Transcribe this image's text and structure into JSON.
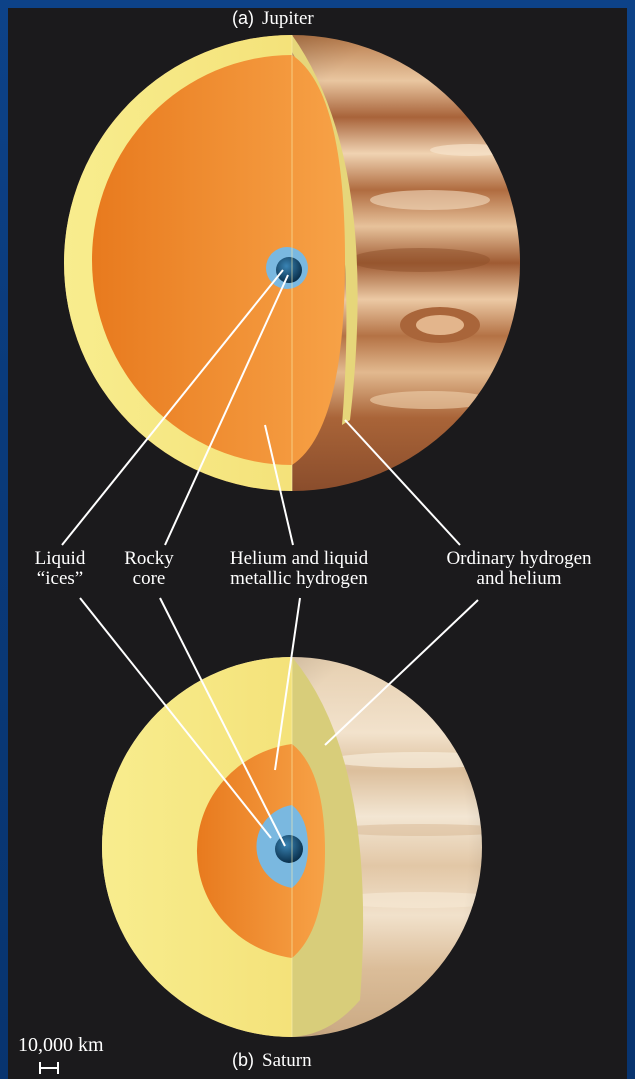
{
  "jupiter": {
    "letter": "(a)",
    "name": "Jupiter"
  },
  "saturn": {
    "letter": "(b)",
    "name": "Saturn"
  },
  "labels": {
    "ices_line1": "Liquid",
    "ices_line2": "“ices”",
    "core_line1": "Rocky",
    "core_line2": "core",
    "metallic_line1": "Helium  and liquid",
    "metallic_line2": "metallic hydrogen",
    "ordinary_line1": "Ordinary hydrogen",
    "ordinary_line2": "and helium"
  },
  "scale_bar": {
    "label": "10,000 km"
  },
  "colors": {
    "outer_layer": "#f6e98a",
    "metallic_layer": "#ef8a2a",
    "ices_layer": "#7ab8e0",
    "core": "#0c3a5e",
    "jupiter_surface": "#c88a55",
    "saturn_surface": "#e8cfae",
    "background": "#1b1a1c",
    "frame": "#0b3a78"
  }
}
